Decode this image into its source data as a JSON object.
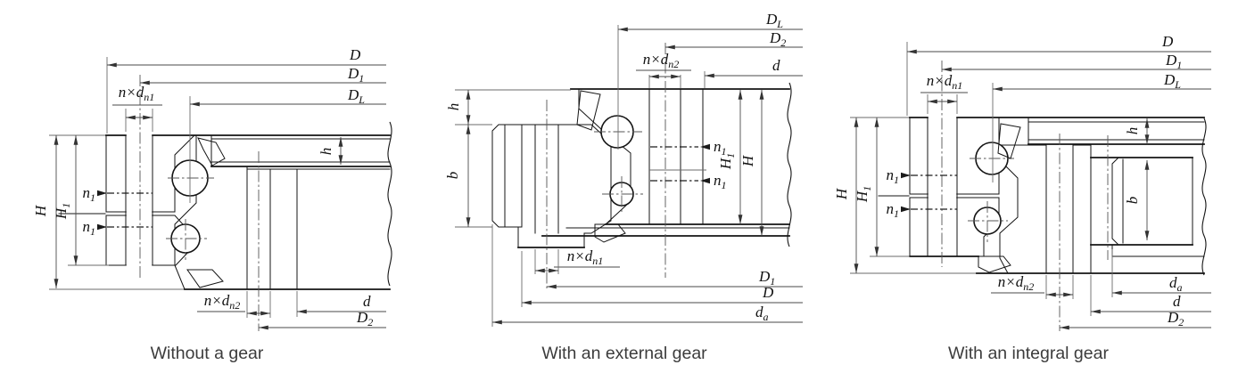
{
  "figure": {
    "type": "technical-drawing",
    "subject": "Slewing bearing cross-sections",
    "colors": {
      "line": "#141414",
      "dimension": "#4a4a4a",
      "caption": "#3c3c3c",
      "background": "#ffffff"
    },
    "symbols": {
      "D": {
        "m": "D",
        "s": ""
      },
      "D1": {
        "m": "D",
        "s": "1"
      },
      "DL": {
        "m": "D",
        "s": "L"
      },
      "D2": {
        "m": "D",
        "s": "2"
      },
      "d": {
        "m": "d",
        "s": ""
      },
      "da": {
        "m": "d",
        "s": "a"
      },
      "h": {
        "m": "h",
        "s": ""
      },
      "b": {
        "m": "b",
        "s": ""
      },
      "H": {
        "m": "H",
        "s": ""
      },
      "H1": {
        "m": "H",
        "s": "1"
      },
      "n1": {
        "m": "n",
        "s": "1"
      },
      "ndn1": {
        "m": "n×d",
        "s": "n1"
      },
      "ndn2": {
        "m": "n×d",
        "s": "n2"
      }
    },
    "diagrams": [
      {
        "id": "without-gear",
        "caption": "Without a gear"
      },
      {
        "id": "external-gear",
        "caption": "With an external gear"
      },
      {
        "id": "integral-gear",
        "caption": "With an integral gear"
      }
    ]
  }
}
